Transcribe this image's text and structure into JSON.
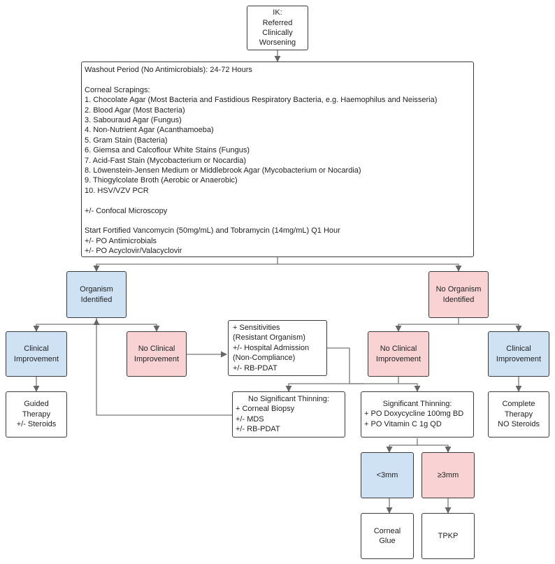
{
  "colors": {
    "blue": "#cfe2f3",
    "pink": "#f9d3d3",
    "border": "#3a3a3a"
  },
  "top": {
    "lines": [
      "IK:",
      "Referred",
      "Clinically",
      "Worsening"
    ]
  },
  "main": {
    "washout": "Washout Period (No Antimicrobials): 24-72 Hours",
    "scrapings_title": "Corneal Scrapings:",
    "scrapings": [
      "1. Chocolate Agar (Most Bacteria and Fastidious Respiratory Bacteria, e.g. Haemophilus and Neisseria)",
      "2. Blood Agar (Most Bacteria)",
      "3. Sabouraud Agar (Fungus)",
      "4. Non-Nutrient Agar (Acanthamoeba)",
      "5. Gram Stain (Bacteria)",
      "6. Giemsa and Calcoflour White Stains (Fungus)",
      "7. Acid-Fast Stain (Mycobacterium or Nocardia)",
      "8. Löwenstein-Jensen Medium or Middlebrook Agar (Mycobacterium or Nocardia)",
      "9. Thiogylcolate Broth (Aerobic or Anaerobic)",
      "10. HSV/VZV PCR"
    ],
    "confocal": "+/- Confocal Microscopy",
    "start": [
      "Start Fortified Vancomycin (50mg/mL) and Tobramycin (14mg/mL) Q1 Hour",
      "+/- PO Antimicrobials",
      "+/- PO Acyclovir/Valacyclovir"
    ]
  },
  "organism_identified": {
    "lines": [
      "Organism",
      "Identified"
    ]
  },
  "no_organism": {
    "lines": [
      "No Organism",
      "Identified"
    ]
  },
  "left_improve": {
    "lines": [
      "Clinical",
      "Improvement"
    ]
  },
  "left_no_improve": {
    "lines": [
      "No Clinical",
      "Improvement"
    ]
  },
  "sensitivities": {
    "lines": [
      "+ Sensitivities",
      "(Resistant Organism)",
      "+/- Hospital Admission",
      "(Non-Compliance)",
      "+/- RB-PDAT"
    ]
  },
  "right_no_improve": {
    "lines": [
      "No Clinical",
      "Improvement"
    ]
  },
  "right_improve": {
    "lines": [
      "Clinical",
      "Improvement"
    ]
  },
  "guided": {
    "lines": [
      "Guided",
      "Therapy",
      "+/- Steroids"
    ]
  },
  "no_thinning": {
    "title": "No Significant Thinning:",
    "lines": [
      "+ Corneal Biopsy",
      "+/- MDS",
      "+/- RB-PDAT"
    ]
  },
  "thinning": {
    "title": "Significant Thinning:",
    "lines": [
      "+ PO Doxycycline 100mg BD",
      "+ PO Vitamin C 1g QD"
    ]
  },
  "complete": {
    "lines": [
      "Complete",
      "Therapy",
      "NO Steroids"
    ]
  },
  "lt3": {
    "label": "<3mm"
  },
  "ge3": {
    "label": "≥3mm"
  },
  "glue": {
    "lines": [
      "Corneal",
      "Glue"
    ]
  },
  "tpkp": {
    "label": "TPKP"
  }
}
